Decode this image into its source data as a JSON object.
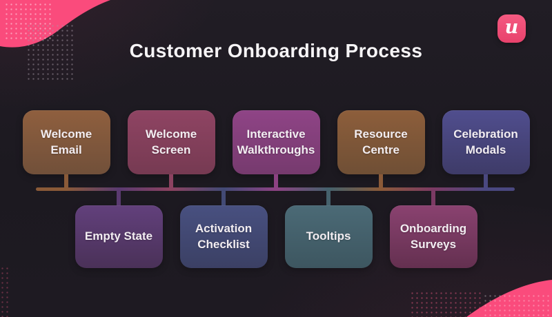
{
  "page": {
    "title": "Customer Onboarding Process"
  },
  "brand": {
    "logo_letter": "u",
    "logo_color_top": "#f45a81",
    "logo_color_bottom": "#e8426c",
    "accent_pink": "#fa4b7c"
  },
  "diagram": {
    "top_row": [
      {
        "label": "Welcome Email",
        "color_top": "#8f5f3e",
        "color_mid": "#8a5a38",
        "color_bottom": "#71503a"
      },
      {
        "label": "Welcome Screen",
        "color_top": "#8f4463",
        "color_mid": "#8c4260",
        "color_bottom": "#763a52"
      },
      {
        "label": "Interactive Walkthroughs",
        "color_top": "#8f4486",
        "color_mid": "#8d4283",
        "color_bottom": "#763a6e"
      },
      {
        "label": "Resource Centre",
        "color_top": "#8d5e3b",
        "color_mid": "#8a5a38",
        "color_bottom": "#6f4f35"
      },
      {
        "label": "Celebration Modals",
        "color_top": "#504e8e",
        "color_mid": "#4a4880",
        "color_bottom": "#3e3b68"
      }
    ],
    "bottom_row": [
      {
        "label": "Empty State",
        "color_top": "#62407c",
        "color_mid": "#5a3a70",
        "color_bottom": "#4a3158"
      },
      {
        "label": "Activation Checklist",
        "color_top": "#485080",
        "color_mid": "#424a75",
        "color_bottom": "#3b4064"
      },
      {
        "label": "Tooltips",
        "color_top": "#4b6a76",
        "color_mid": "#45616c",
        "color_bottom": "#3d5660"
      },
      {
        "label": "Onboarding Surveys",
        "color_top": "#8a4270",
        "color_mid": "#7c3a64",
        "color_bottom": "#643050"
      }
    ]
  }
}
